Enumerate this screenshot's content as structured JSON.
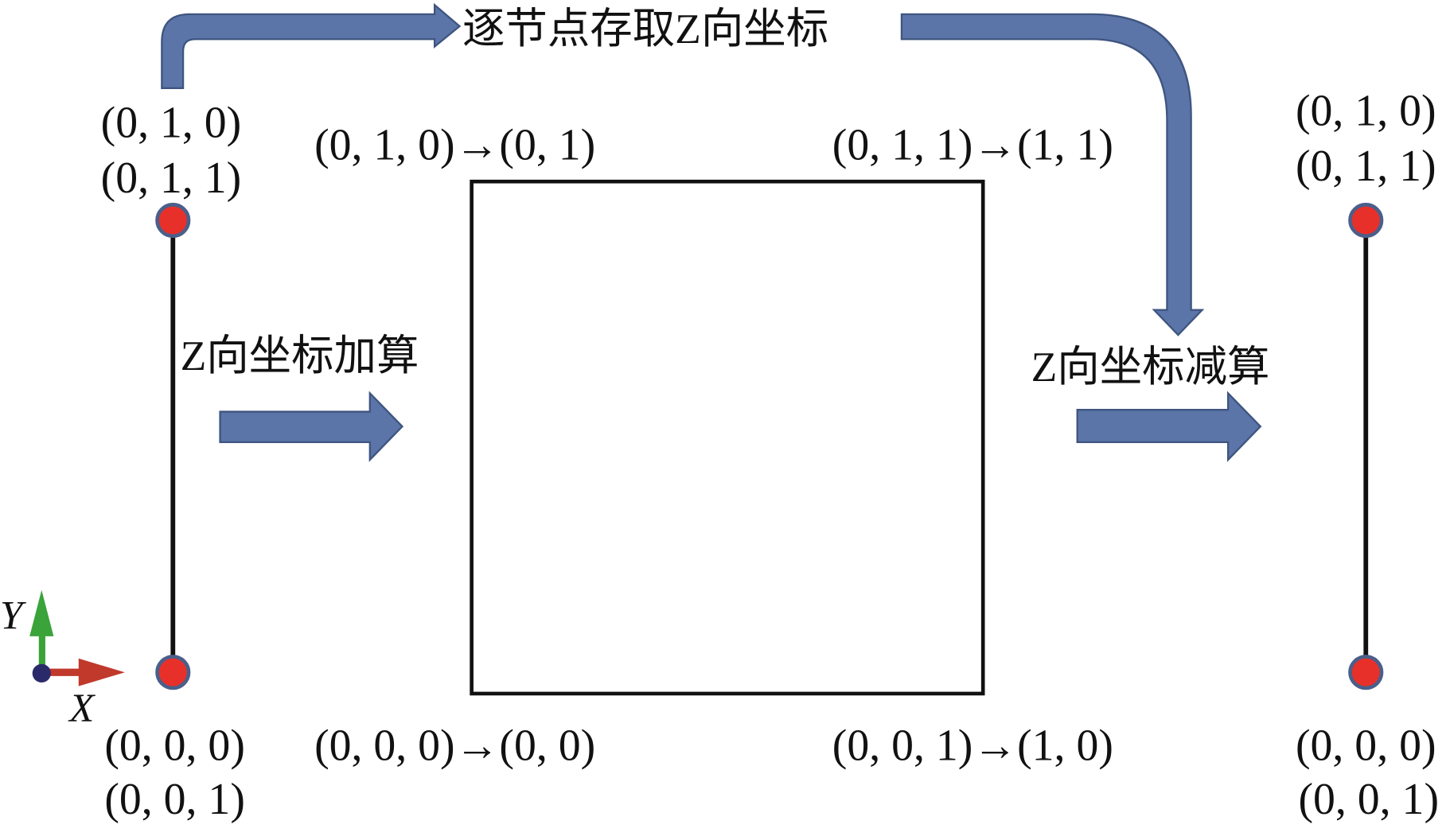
{
  "titles": {
    "top": "逐节点存取Z向坐标",
    "add": "Z向坐标加算",
    "subtract": "Z向坐标减算"
  },
  "left_line": {
    "top_labels": [
      "(0, 1, 0)",
      "(0, 1, 1)"
    ],
    "bottom_labels": [
      "(0, 0, 0)",
      "(0, 0, 1)"
    ]
  },
  "right_line": {
    "top_labels": [
      "(0, 1, 0)",
      "(0, 1, 1)"
    ],
    "bottom_labels": [
      "(0, 0, 0)",
      "(0, 0, 1)"
    ]
  },
  "square": {
    "top_left": "(0, 1, 0)→(0, 1)",
    "top_right": "(0, 1, 1)→(1, 1)",
    "bottom_left": "(0, 0, 0)→(0, 0)",
    "bottom_right": "(0, 0, 1)→(1, 0)"
  },
  "axes": {
    "x": "X",
    "y": "Y"
  },
  "colors": {
    "arrow": "#5b75a8",
    "node": "#e8302a",
    "axis_x": "#c0392b",
    "axis_y": "#3aa33a",
    "origin": "#2a2a6a"
  }
}
